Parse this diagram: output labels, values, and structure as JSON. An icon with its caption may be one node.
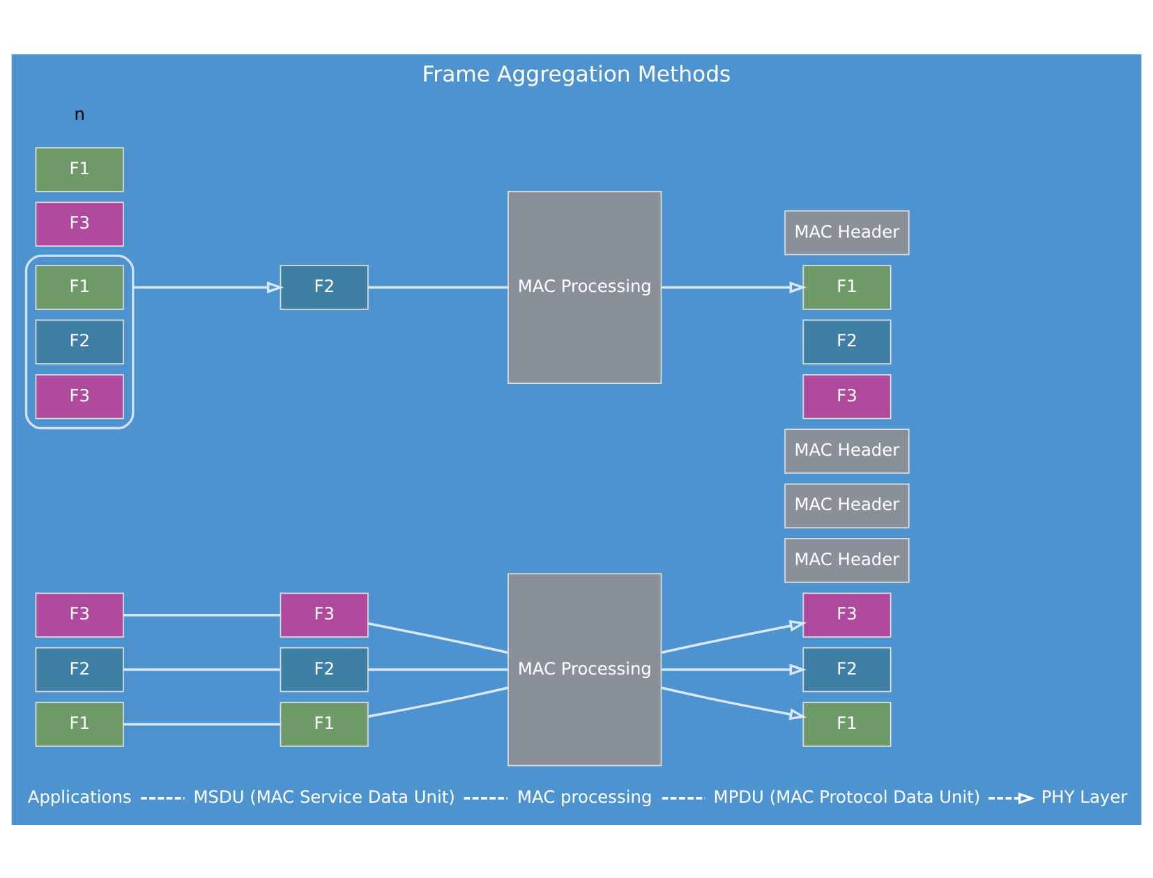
{
  "diagram": {
    "title": "Frame Aggregation Methods",
    "nodes": [
      {
        "text": [],
        "shape": "box"
      },
      {
        "text": [
          "F1"
        ],
        "in": 0
      },
      {
        "text": [
          "F2"
        ],
        "in": 0
      },
      {
        "text": [
          "F3"
        ],
        "in": 0
      },
      {
        "text": [
          "F1"
        ]
      },
      {
        "text": [
          "F2"
        ]
      },
      {
        "text": [
          "F3"
        ]
      },
      {
        "text": [
          "MAC Processing"
        ]
      },
      {
        "text": [
          "MAC Header"
        ]
      },
      {
        "text": [
          "F1"
        ]
      },
      {
        "text": [
          "F2"
        ]
      },
      {
        "text": [
          "F3"
        ]
      },
      {
        "text": [
          "F1"
        ]
      },
      {
        "text": [
          "F2"
        ]
      },
      {
        "text": [
          "F3"
        ]
      },
      {
        "text": [
          "F1"
        ]
      },
      {
        "text": [
          "F2"
        ]
      },
      {
        "text": [
          "F3"
        ]
      },
      {
        "text": [
          "MAC Processing"
        ]
      },
      {
        "text": [
          "MAC Header"
        ]
      },
      {
        "text": [
          "F1"
        ]
      },
      {
        "text": [
          "MAC Header"
        ]
      },
      {
        "text": [
          "F2"
        ]
      },
      {
        "text": [
          "MAC Header"
        ]
      },
      {
        "text": [
          "F3"
        ]
      },
      {
        "text": [
          "Applications"
        ]
      },
      {
        "text": [
          "MSDU (MAC Service Data Unit)"
        ]
      },
      {
        "text": [
          "MAC processing"
        ]
      },
      {
        "text": [
          "MPDU (MAC Protocol Data Unit)"
        ]
      },
      {
        "text": [
          "PHY Layer"
        ]
      }
    ],
    "edges": [
      {
        "from": 0,
        "to": 5,
        "arrow": "to"
      },
      {
        "from": 5,
        "to": 7,
        "arrow": "none"
      },
      {
        "from": 7,
        "to": 9,
        "arrow": "to"
      },
      {
        "from": 12,
        "to": 15,
        "arrow": "none"
      },
      {
        "from": 13,
        "to": 16,
        "arrow": "none"
      },
      {
        "from": 14,
        "to": 17,
        "arrow": "none"
      },
      {
        "from": 15,
        "to": 18,
        "arrow": "none"
      },
      {
        "from": 16,
        "to": 18,
        "arrow": "none"
      },
      {
        "from": 17,
        "to": 18,
        "arrow": "none"
      },
      {
        "from": 18,
        "to": 20,
        "arrow": "to"
      },
      {
        "from": 18,
        "to": 22,
        "arrow": "to"
      },
      {
        "from": 18,
        "to": 24,
        "arrow": "to"
      },
      {
        "from": 25,
        "to": 26,
        "arrow": "none",
        "style": "dashed",
        "color": "#ffffff"
      },
      {
        "from": 26,
        "to": 27,
        "arrow": "none",
        "style": "dashed",
        "color": "#ffffff"
      },
      {
        "from": 27,
        "to": 28,
        "arrow": "none",
        "style": "dashed",
        "color": "#ffffff"
      },
      {
        "from": 28,
        "to": 29,
        "arrow": "to",
        "style": "dashed",
        "color": "#ffffff"
      }
    ],
    "labels": [
      "n"
    ]
  }
}
